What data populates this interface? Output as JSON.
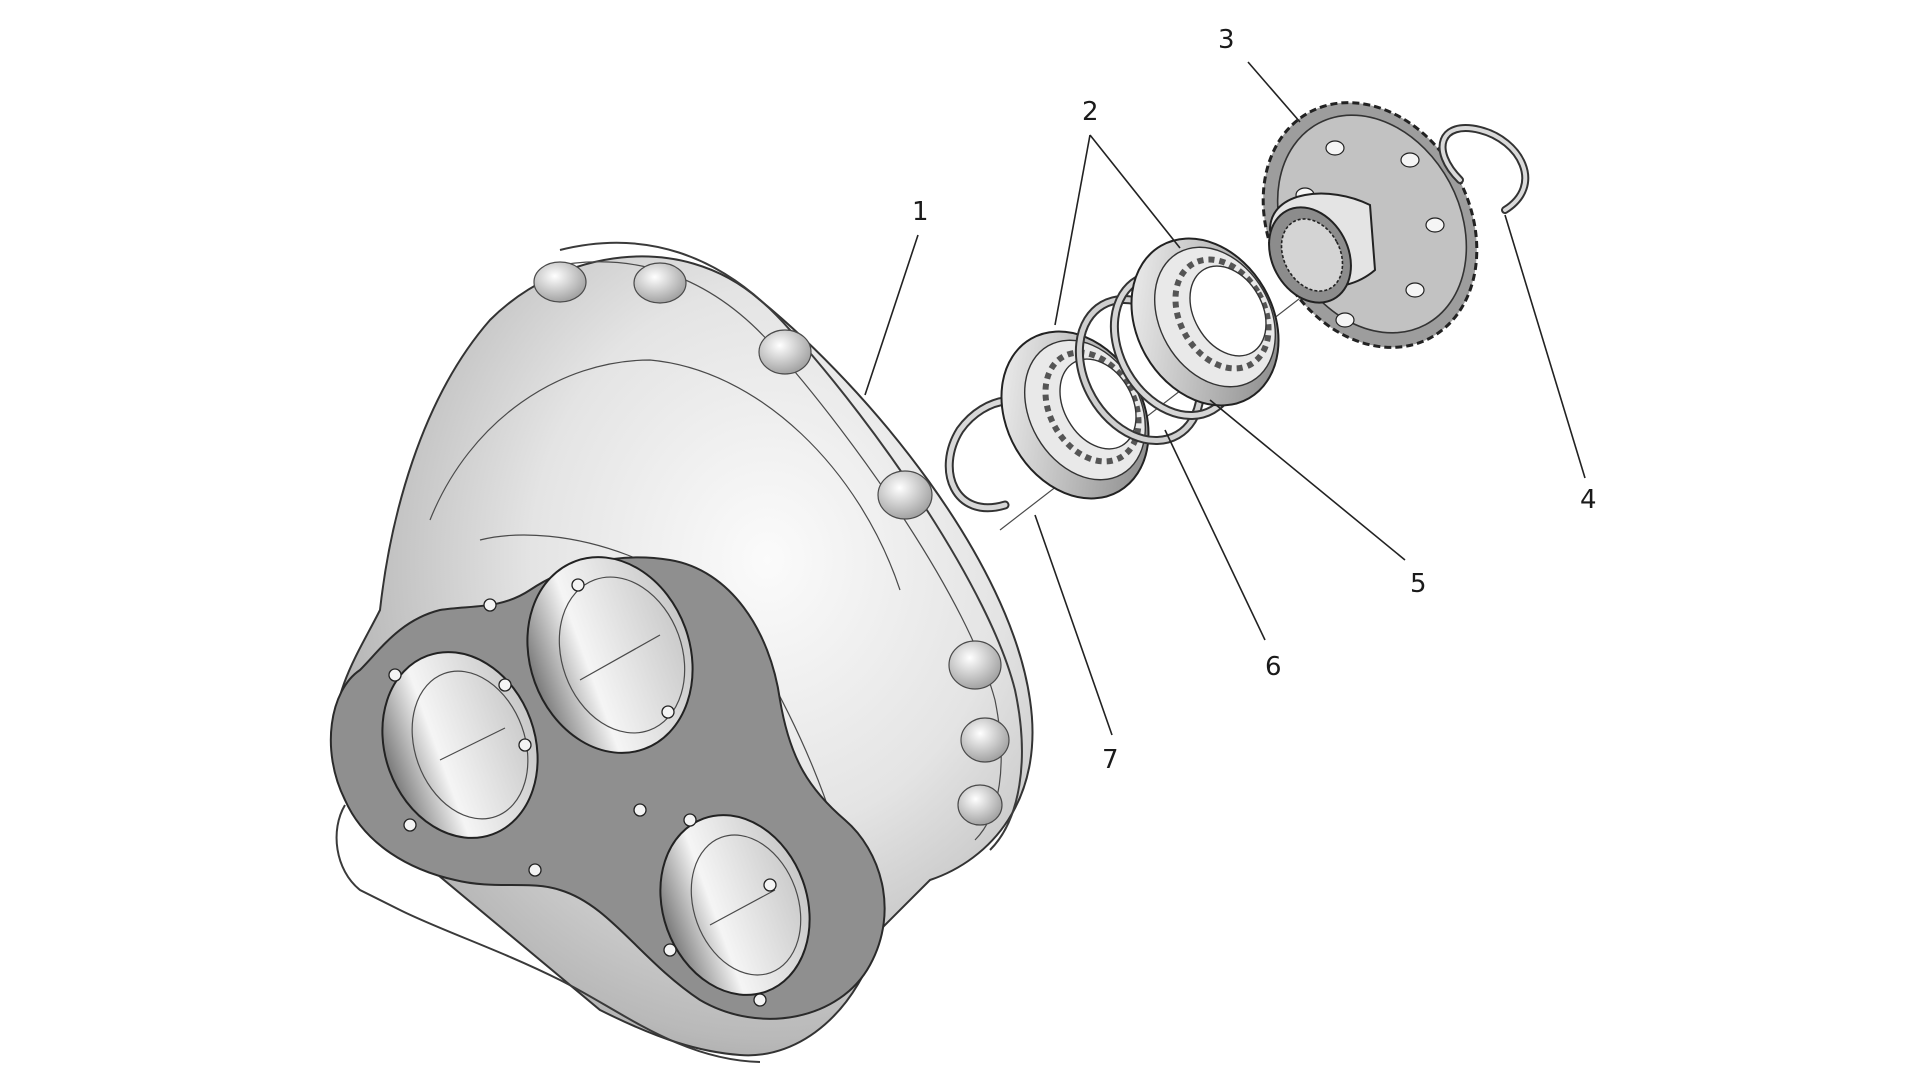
{
  "callouts": {
    "c1": "1",
    "c2": "2",
    "c3": "3",
    "c4": "4",
    "c5": "5",
    "c6": "6",
    "c7": "7"
  },
  "colors": {
    "metal_light": "#f2f2f2",
    "metal_mid": "#c9c9c9",
    "metal_dark": "#8e8e8e",
    "flange_face": "#8f8f8f",
    "line": "#222222"
  }
}
